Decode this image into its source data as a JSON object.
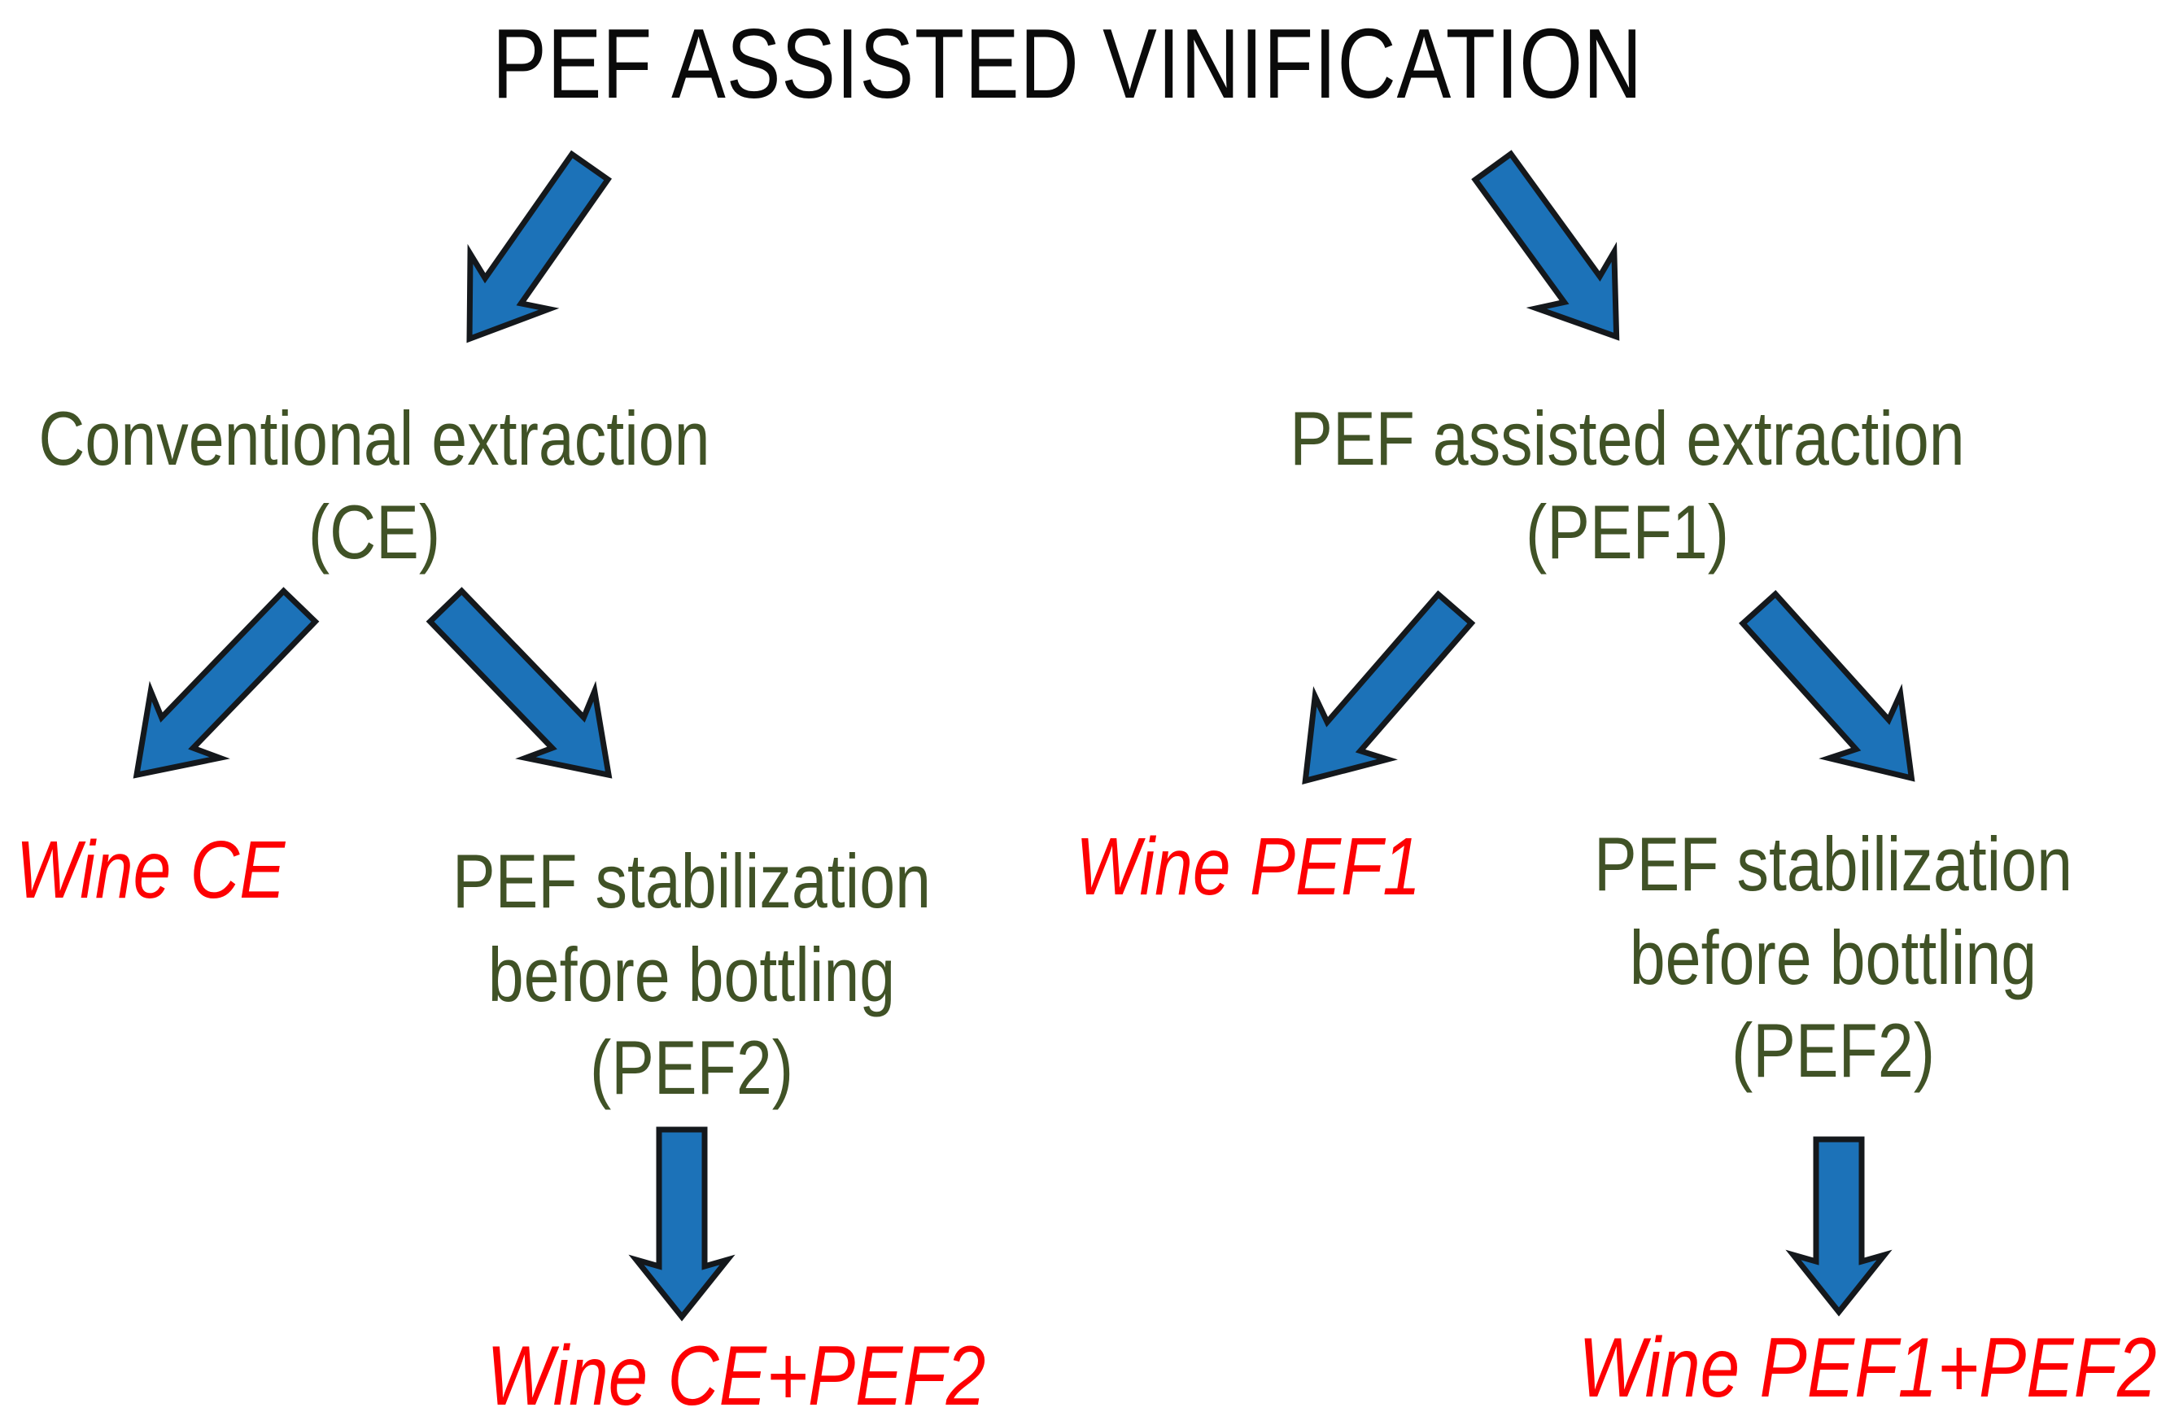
{
  "title": "PEF ASSISTED VINIFICATION",
  "colors": {
    "background": "#ffffff",
    "title_color": "#0a0a0a",
    "branch_text": "#405226",
    "wine_text": "#fd0002",
    "arrow_fill": "#1c72b8",
    "arrow_stroke": "#14181c"
  },
  "left_branch": {
    "extraction": {
      "line1": "Conventional extraction",
      "line2": "(CE)"
    },
    "wine": "Wine CE",
    "stabilization": {
      "line1": "PEF stabilization",
      "line2": "before bottling",
      "line3": "(PEF2)"
    },
    "final_wine": "Wine CE+PEF2"
  },
  "right_branch": {
    "extraction": {
      "line1": "PEF assisted extraction",
      "line2": "(PEF1)"
    },
    "wine": "Wine PEF1",
    "stabilization": {
      "line1": "PEF stabilization",
      "line2": "before bottling",
      "line3": "(PEF2)"
    },
    "final_wine": "Wine PEF1+PEF2"
  }
}
